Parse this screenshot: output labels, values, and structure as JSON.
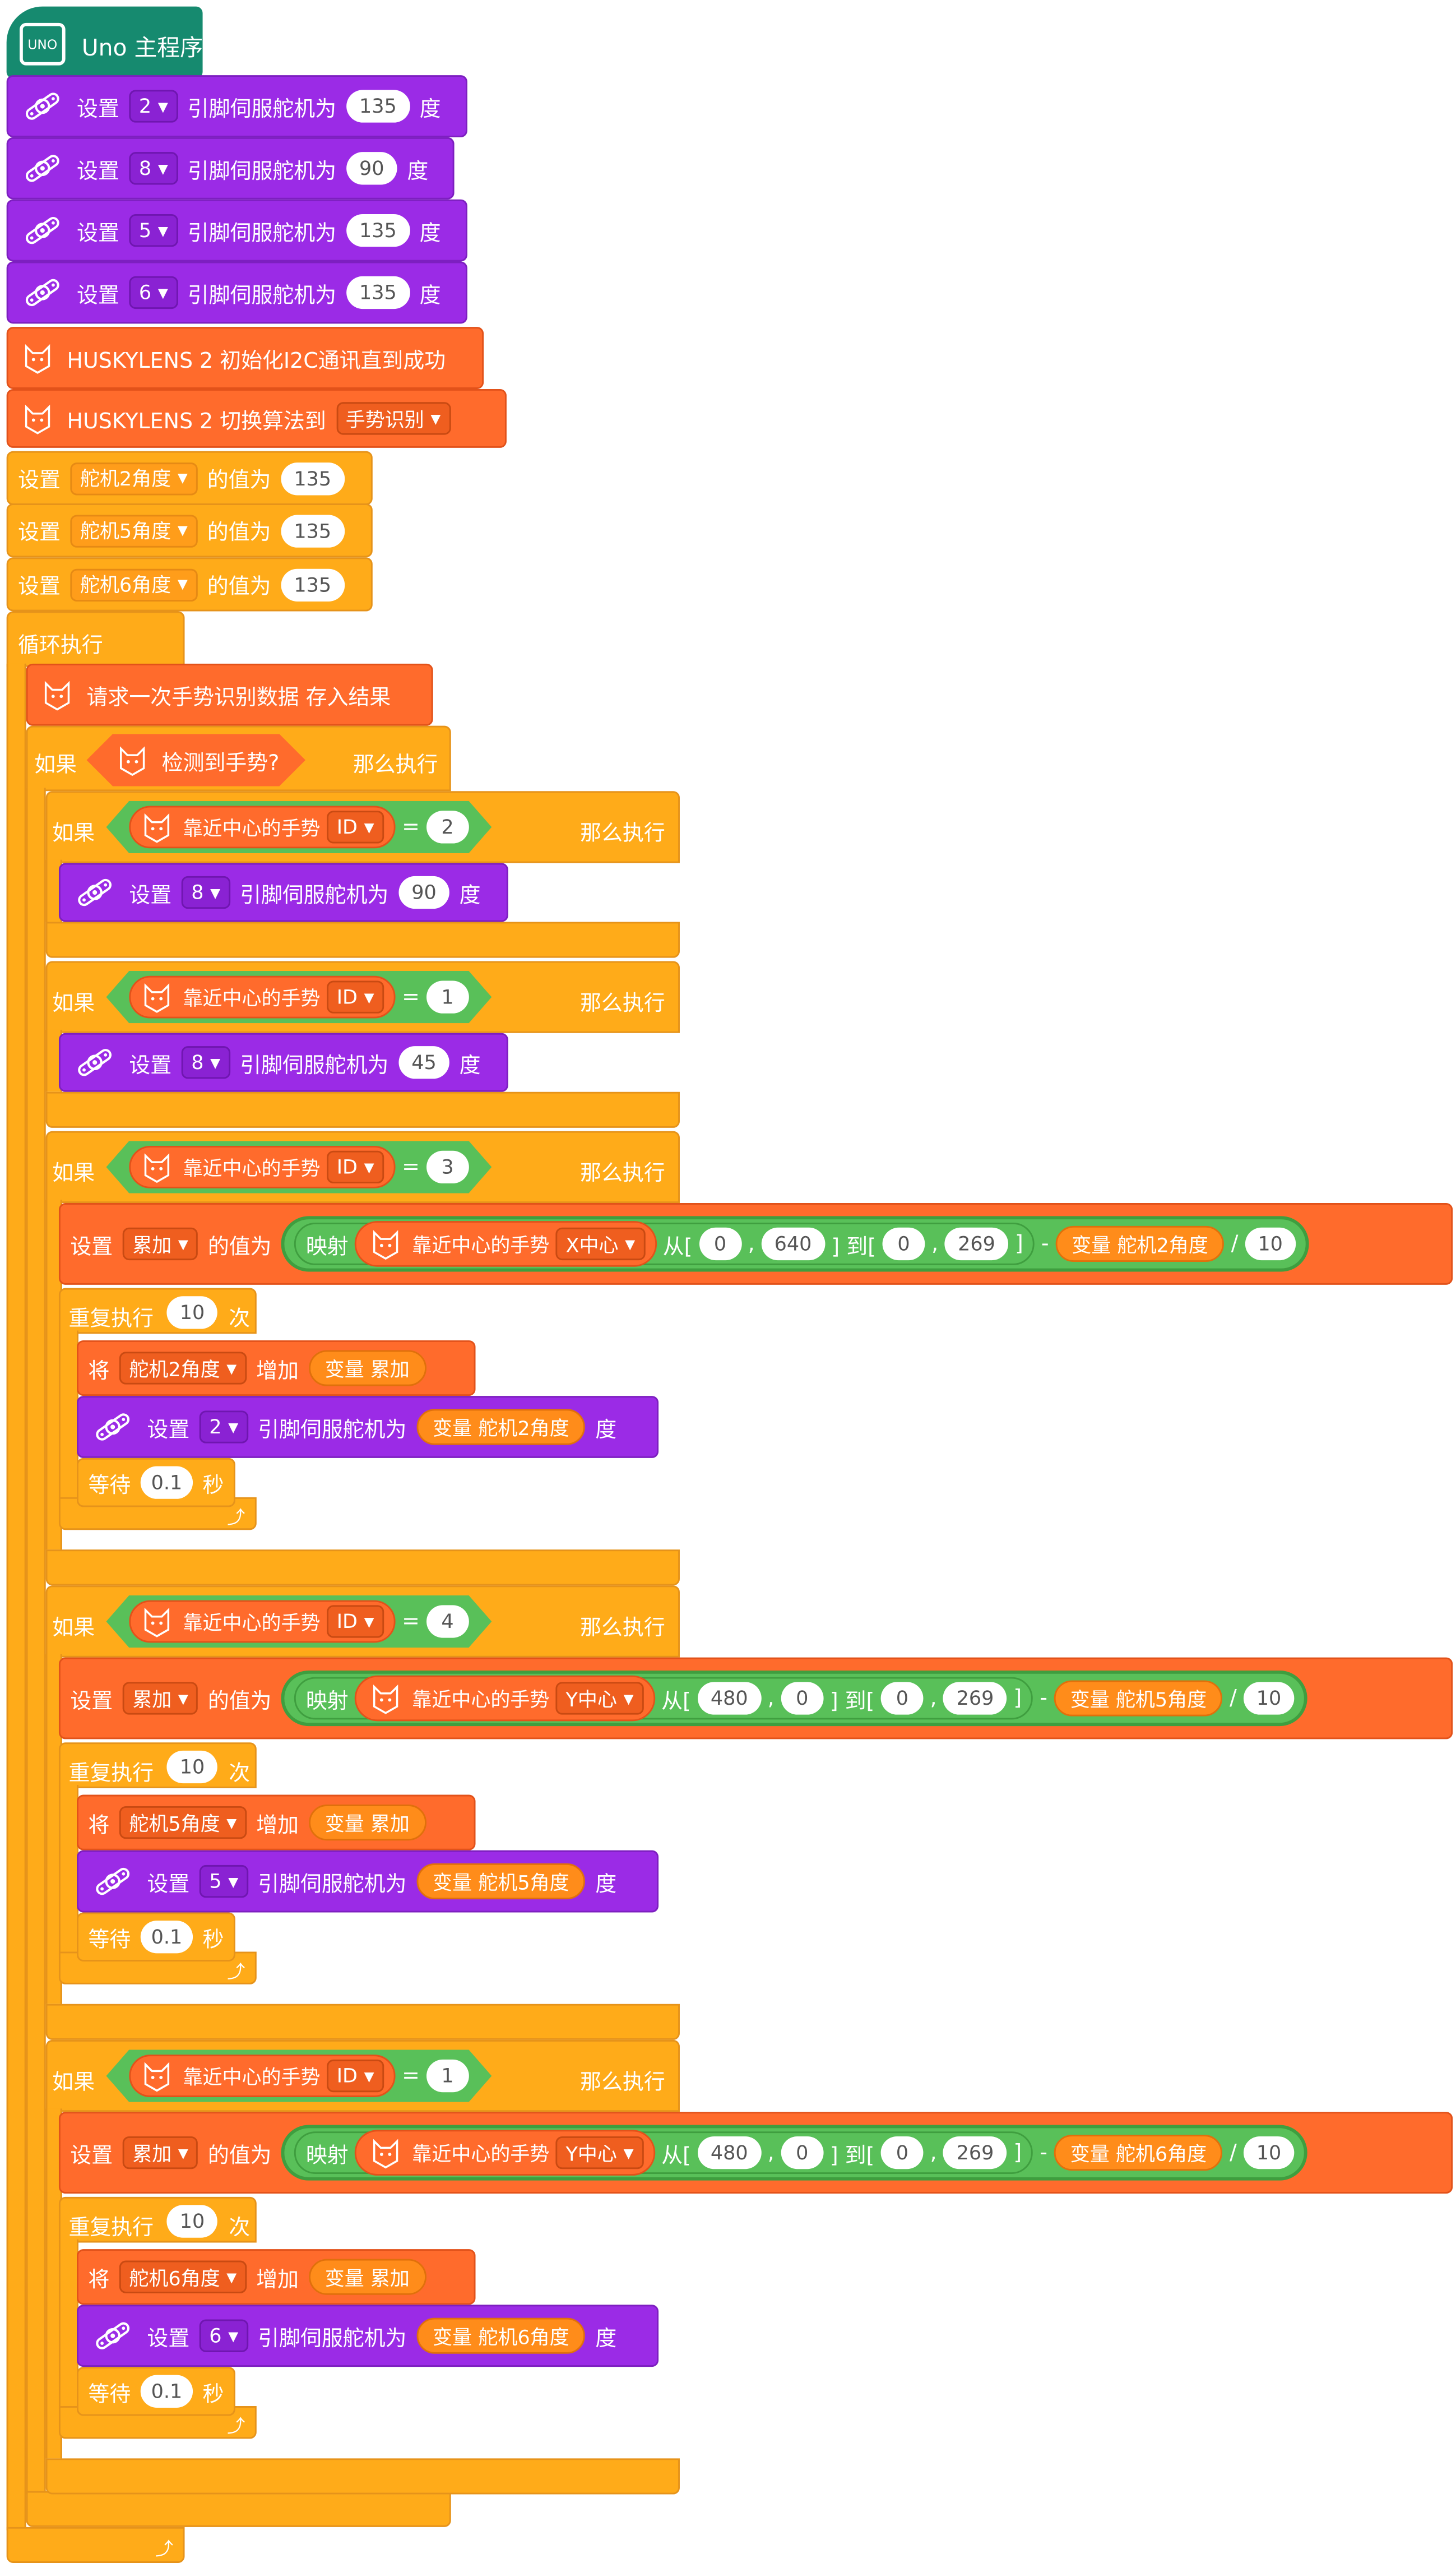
{
  "hat": {
    "title": "Uno 主程序",
    "board_badge": "UNO"
  },
  "labels": {
    "set": "设置",
    "pin_servo": "引脚伺服舵机为",
    "degree": "度",
    "value_of": "的值为",
    "loop": "循环执行",
    "if": "如果",
    "then": "那么执行",
    "repeat": "重复执行",
    "times": "次",
    "change": "将",
    "increase": "增加",
    "wait": "等待",
    "seconds": "秒",
    "map": "映射",
    "from": "从[",
    "to": "] 到[",
    "close": "]",
    "comma": ",",
    "minus": "-",
    "div": "/",
    "eq": "=",
    "var_prefix": "变量"
  },
  "setup": [
    {
      "pin": "2",
      "angle": "135"
    },
    {
      "pin": "8",
      "angle": "90"
    },
    {
      "pin": "5",
      "angle": "135"
    },
    {
      "pin": "6",
      "angle": "135"
    }
  ],
  "husky": {
    "init": "HUSKYLENS 2 初始化I2C通讯直到成功",
    "switch": "HUSKYLENS 2 切换算法到",
    "algorithm": "手势识别",
    "request": "请求一次手势识别数据 存入结果",
    "detected": "检测到手势?",
    "nearest": "靠近中心的手势",
    "prop_id": "ID",
    "prop_x": "X中心",
    "prop_y": "Y中心"
  },
  "vars": [
    {
      "name": "舵机2角度",
      "value": "135"
    },
    {
      "name": "舵机5角度",
      "value": "135"
    },
    {
      "name": "舵机6角度",
      "value": "135"
    }
  ],
  "acc_var": "累加",
  "if_simple": [
    {
      "id": "2",
      "pin": "8",
      "angle": "90"
    },
    {
      "id": "1",
      "pin": "8",
      "angle": "45"
    }
  ],
  "if_complex": [
    {
      "id": "3",
      "prop": "X中心",
      "from_a": "0",
      "from_b": "640",
      "to_a": "0",
      "to_b": "269",
      "var": "舵机2角度",
      "divisor": "10",
      "repeat": "10",
      "pin": "2",
      "wait": "0.1"
    },
    {
      "id": "4",
      "prop": "Y中心",
      "from_a": "480",
      "from_b": "0",
      "to_a": "0",
      "to_b": "269",
      "var": "舵机5角度",
      "divisor": "10",
      "repeat": "10",
      "pin": "5",
      "wait": "0.1"
    },
    {
      "id": "1",
      "prop": "Y中心",
      "from_a": "480",
      "from_b": "0",
      "to_a": "0",
      "to_b": "269",
      "var": "舵机6角度",
      "divisor": "10",
      "repeat": "10",
      "pin": "6",
      "wait": "0.1"
    }
  ],
  "colors": {
    "motion": "#9b2be6",
    "huskylens": "#ff6b2c",
    "control": "#ffab19",
    "operator": "#59c059",
    "board": "#168a6f"
  }
}
